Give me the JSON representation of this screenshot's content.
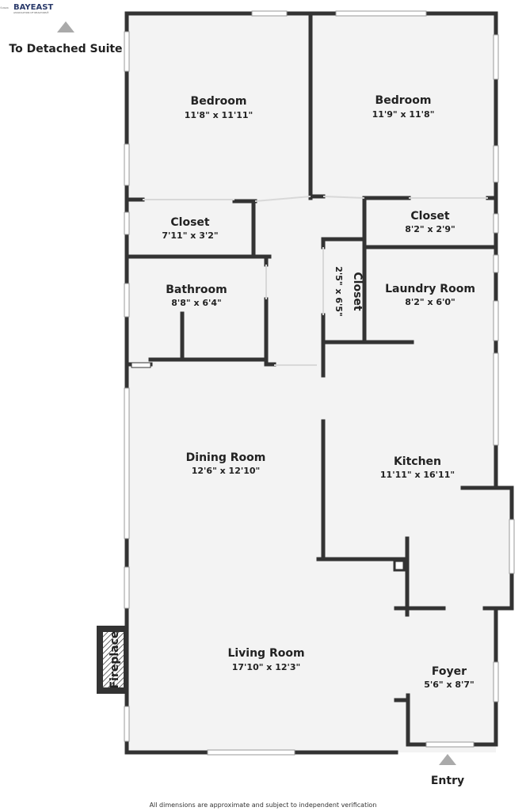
{
  "logo": {
    "text": "BAYEAST",
    "year": "©2024",
    "tagline": "ASSOCIATION OF REALTORS®"
  },
  "colors": {
    "floor": "#f3f3f3",
    "wall": "#333333",
    "arrow": "#aaaaaa",
    "logo": "#2b3b6b"
  },
  "markers": {
    "to_detached_suite": "To Detached Suite",
    "entry": "Entry"
  },
  "rooms": {
    "bedroom_left": {
      "name": "Bedroom",
      "dims": "11'8\" x 11'11\""
    },
    "bedroom_right": {
      "name": "Bedroom",
      "dims": "11'9\" x 11'8\""
    },
    "closet_left": {
      "name": "Closet",
      "dims": "7'11\" x 3'2\""
    },
    "closet_right": {
      "name": "Closet",
      "dims": "8'2\" x 2'9\""
    },
    "bathroom": {
      "name": "Bathroom",
      "dims": "8'8\" x 6'4\""
    },
    "hall_closet": {
      "name": "Closet",
      "dims": "2'5\" x 6'5\""
    },
    "laundry": {
      "name": "Laundry Room",
      "dims": "8'2\" x 6'0\""
    },
    "dining": {
      "name": "Dining Room",
      "dims": "12'6\" x 12'10\""
    },
    "kitchen": {
      "name": "Kitchen",
      "dims": "11'11\" x 16'11\""
    },
    "living": {
      "name": "Living Room",
      "dims": "17'10\" x 12'3\""
    },
    "foyer": {
      "name": "Foyer",
      "dims": "5'6\" x 8'7\""
    }
  },
  "fireplace": {
    "label": "Fireplace"
  },
  "disclaimer": "All dimensions are approximate and subject to independent verification"
}
